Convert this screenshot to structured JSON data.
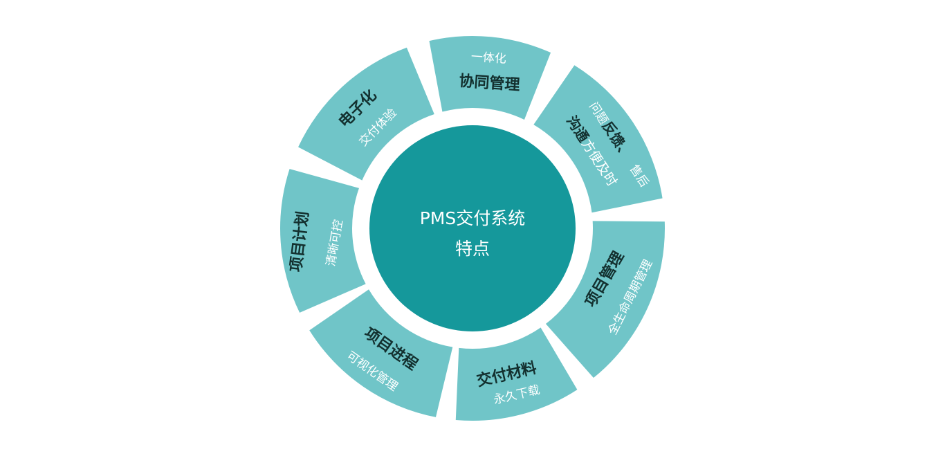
{
  "colors": {
    "segment": "#70c5c8",
    "center": "#15989b",
    "dark_text": "#13302f",
    "light_text": "#ffffff"
  },
  "center": {
    "line1": "PMS交付系统",
    "line2": "特点"
  },
  "segments": [
    {
      "main": "协同管理",
      "sub": "一体化"
    },
    {
      "line_outer": [
        {
          "text": "问题",
          "tone": "light"
        },
        {
          "text": "反馈、",
          "tone": "dark"
        },
        {
          "text": "售后",
          "tone": "light"
        }
      ],
      "line_inner": [
        {
          "text": "沟通",
          "tone": "dark"
        },
        {
          "text": "方便及时",
          "tone": "light"
        }
      ]
    },
    {
      "main": "项目管理",
      "sub": "全生命周期管理"
    },
    {
      "main": "交付材料",
      "sub": "永久下载"
    },
    {
      "main": "项目进程",
      "sub": "可视化管理"
    },
    {
      "main": "项目计划",
      "sub": "清晰可控"
    },
    {
      "main": "电子化",
      "sub": "交付体验"
    }
  ]
}
